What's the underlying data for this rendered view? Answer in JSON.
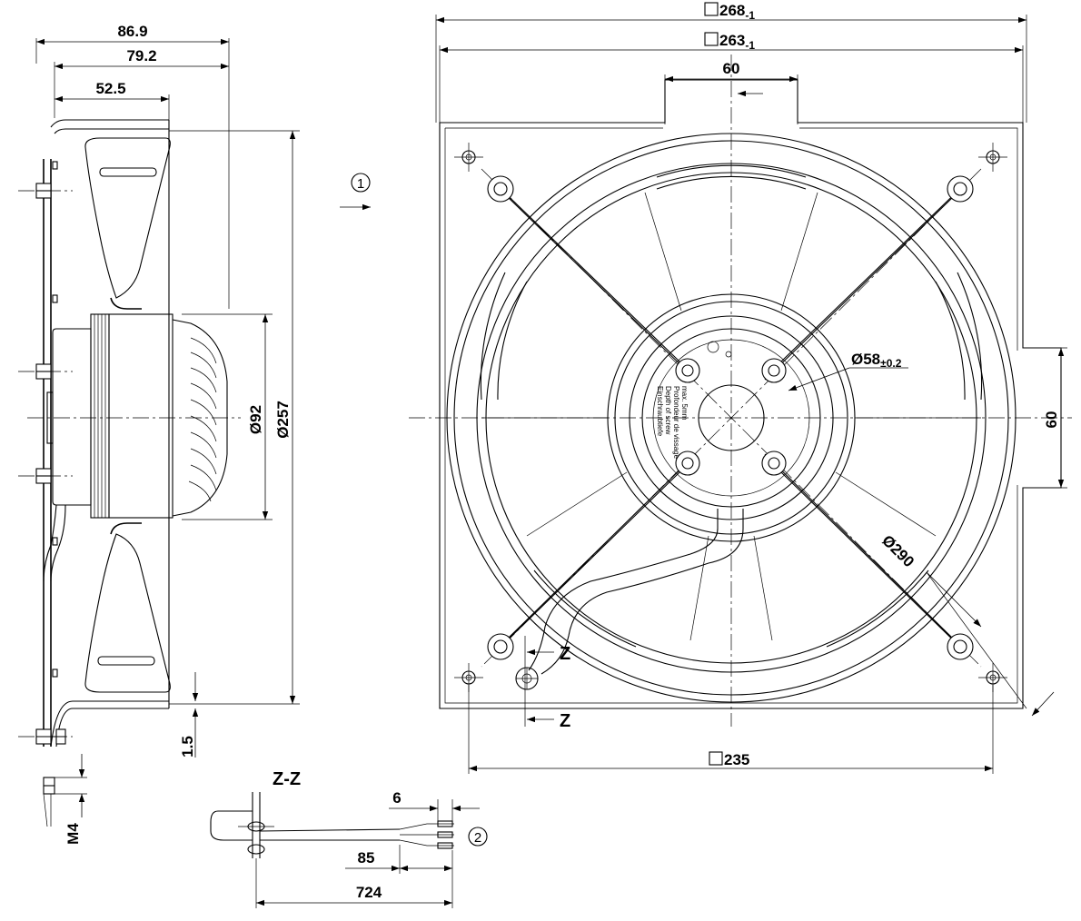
{
  "side_view": {
    "dim_overall_depth": "86.9",
    "dim_depth": "79.2",
    "dim_motor_offset": "52.5",
    "dim_motor_diameter": "Ø92",
    "dim_guard_diameter": "Ø257",
    "dim_plate_thickness": "1.5",
    "thread": "M4",
    "airflow_marker": "1"
  },
  "front_view": {
    "dim_plate_outer": "268",
    "dim_plate_outer_tol": "-1",
    "dim_plate_inner": "263",
    "dim_plate_inner_tol": "-1",
    "dim_top_cutout": "60",
    "dim_side_cutout": "60",
    "dim_hole_pattern": "235",
    "dim_hub": "Ø58",
    "dim_hub_tol": "±0.2",
    "dim_bore": "Ø290",
    "section_mark": "Z",
    "label_text": [
      "Einschraubtiefe",
      "Depth of screw",
      "Profondeur de vissage",
      "max. 5mm"
    ]
  },
  "section_view": {
    "title": "Z-Z",
    "dim_strip": "6",
    "dim_sheath": "85",
    "dim_cable_length": "724",
    "cable_marker": "2"
  }
}
